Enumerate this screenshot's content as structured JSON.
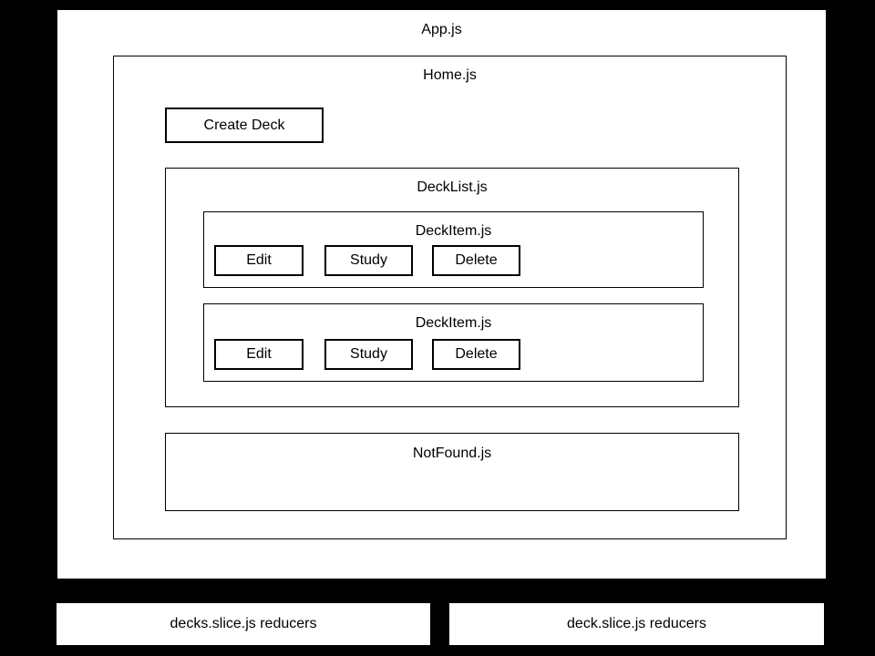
{
  "diagram": {
    "app": {
      "label": "App.js"
    },
    "home": {
      "label": "Home.js"
    },
    "create_deck_button": {
      "label": "Create Deck"
    },
    "deck_list": {
      "label": "DeckList.js"
    },
    "deck_items": [
      {
        "label": "DeckItem.js",
        "buttons": {
          "edit": "Edit",
          "study": "Study",
          "delete": "Delete"
        }
      },
      {
        "label": "DeckItem.js",
        "buttons": {
          "edit": "Edit",
          "study": "Study",
          "delete": "Delete"
        }
      }
    ],
    "not_found": {
      "label": "NotFound.js"
    },
    "reducers": [
      {
        "label": "decks.slice.js reducers"
      },
      {
        "label": "deck.slice.js reducers"
      }
    ],
    "colors": {
      "background": "#000000",
      "box_fill": "#ffffff",
      "border": "#000000",
      "text": "#000000"
    }
  }
}
